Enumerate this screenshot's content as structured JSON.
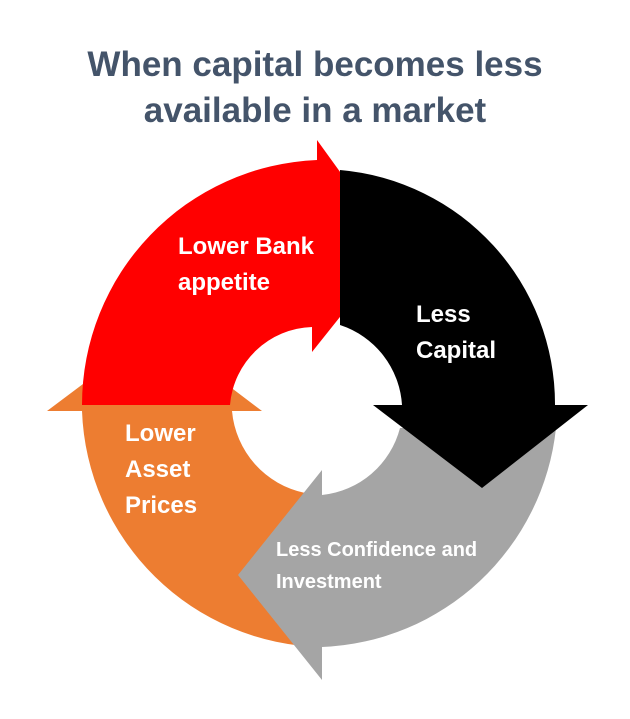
{
  "title": {
    "line1": "When capital becomes less",
    "line2": "available in a market"
  },
  "segments": [
    {
      "id": "bank",
      "line1": "Lower Bank",
      "line2": "appetite",
      "color": "#ff0000"
    },
    {
      "id": "capital",
      "line1": "Less",
      "line2": "Capital",
      "color": "#000000"
    },
    {
      "id": "confidence",
      "line1": "Less Confidence and",
      "line2": "Investment",
      "color": "#a5a5a5"
    },
    {
      "id": "asset",
      "line1": "Lower",
      "line2": "Asset",
      "line3": "Prices",
      "color": "#ed7d31"
    }
  ]
}
